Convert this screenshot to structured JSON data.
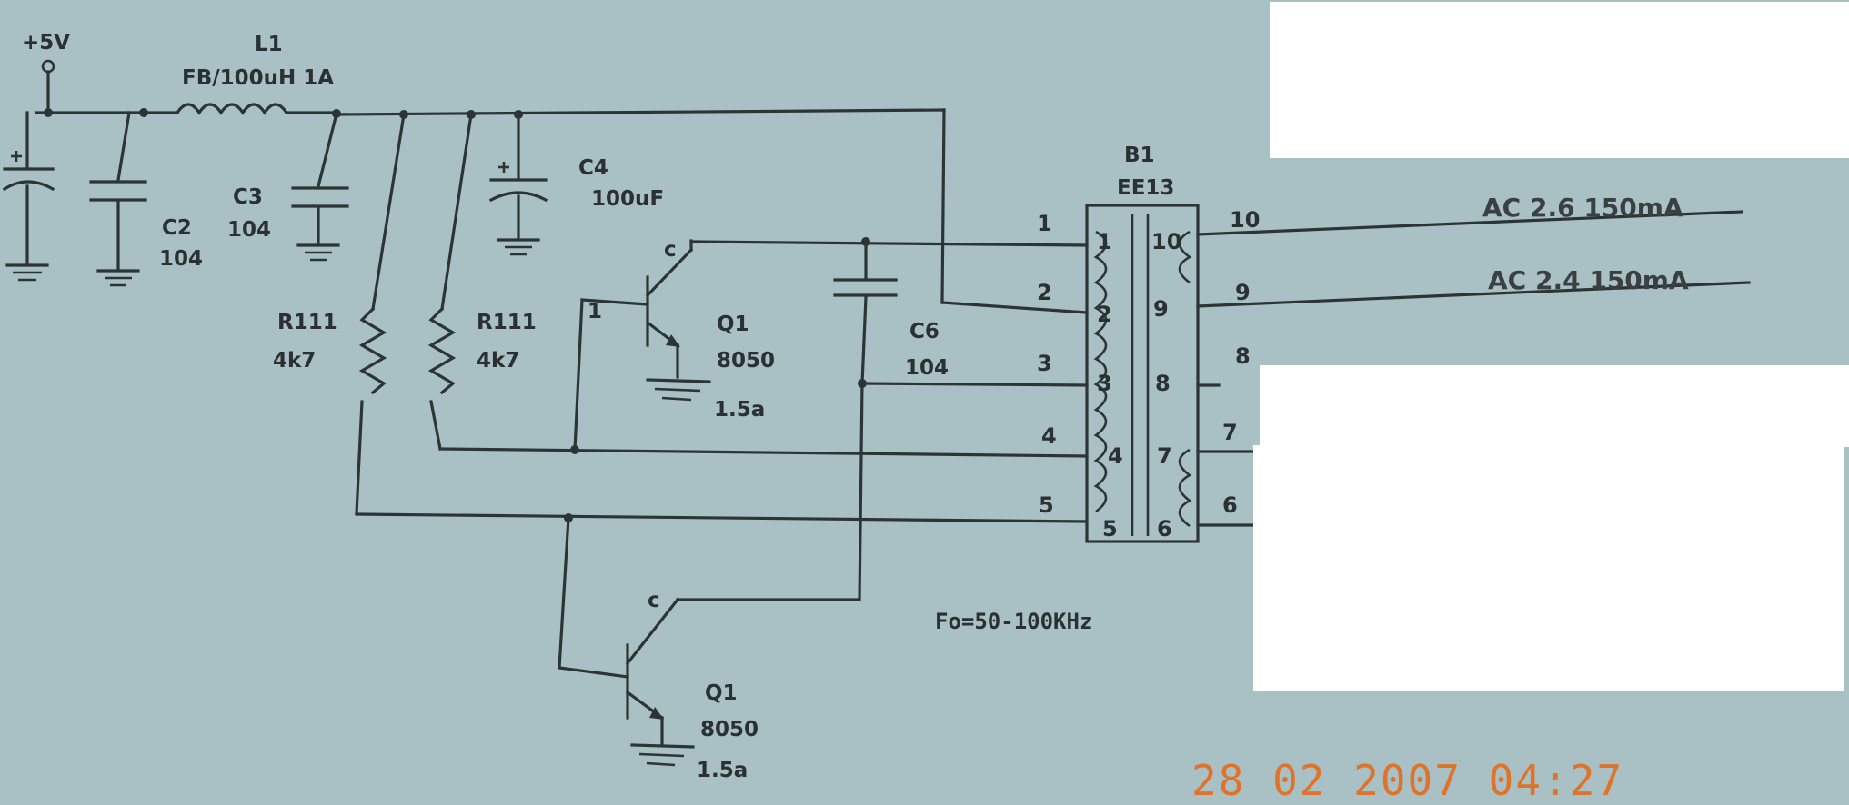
{
  "supply": {
    "label": "+5V"
  },
  "inductor": {
    "ref": "L1",
    "value": "FB/100uH 1A"
  },
  "caps": [
    {
      "ref": "C2",
      "value": "104"
    },
    {
      "ref": "C3",
      "value": "104"
    },
    {
      "ref": "C4",
      "value": "100uF"
    },
    {
      "ref": "C6",
      "value": "104"
    }
  ],
  "resistors": [
    {
      "ref": "R111",
      "value": "4k7"
    },
    {
      "ref": "R111",
      "value": "4k7"
    }
  ],
  "transistors": [
    {
      "ref": "Q1",
      "value": "8050",
      "note": "1.5a"
    },
    {
      "ref": "Q1",
      "value": "8050",
      "note": "1.5a"
    }
  ],
  "q_pin_labels": [
    "1",
    "c",
    "c"
  ],
  "transformer": {
    "ref": "B1",
    "core": "EE13",
    "primary_pins": [
      "1",
      "2",
      "3",
      "4",
      "5"
    ],
    "secondary_pins": [
      "10",
      "9",
      "8",
      "7",
      "6"
    ],
    "outer_pins": [
      "1",
      "2",
      "3",
      "4",
      "5",
      "10",
      "9",
      "8",
      "7",
      "6"
    ]
  },
  "outputs": [
    "AC 2.6 150mA",
    "AC 2.4 150mA"
  ],
  "frequency_note": "Fo=50-100KHz",
  "date_stamp": "28 02 2007 04:27",
  "colors": {
    "paper": "#a9c0c4",
    "ink": "#2d3436",
    "stamp": "#e0732a",
    "mask": "#ffffff"
  }
}
